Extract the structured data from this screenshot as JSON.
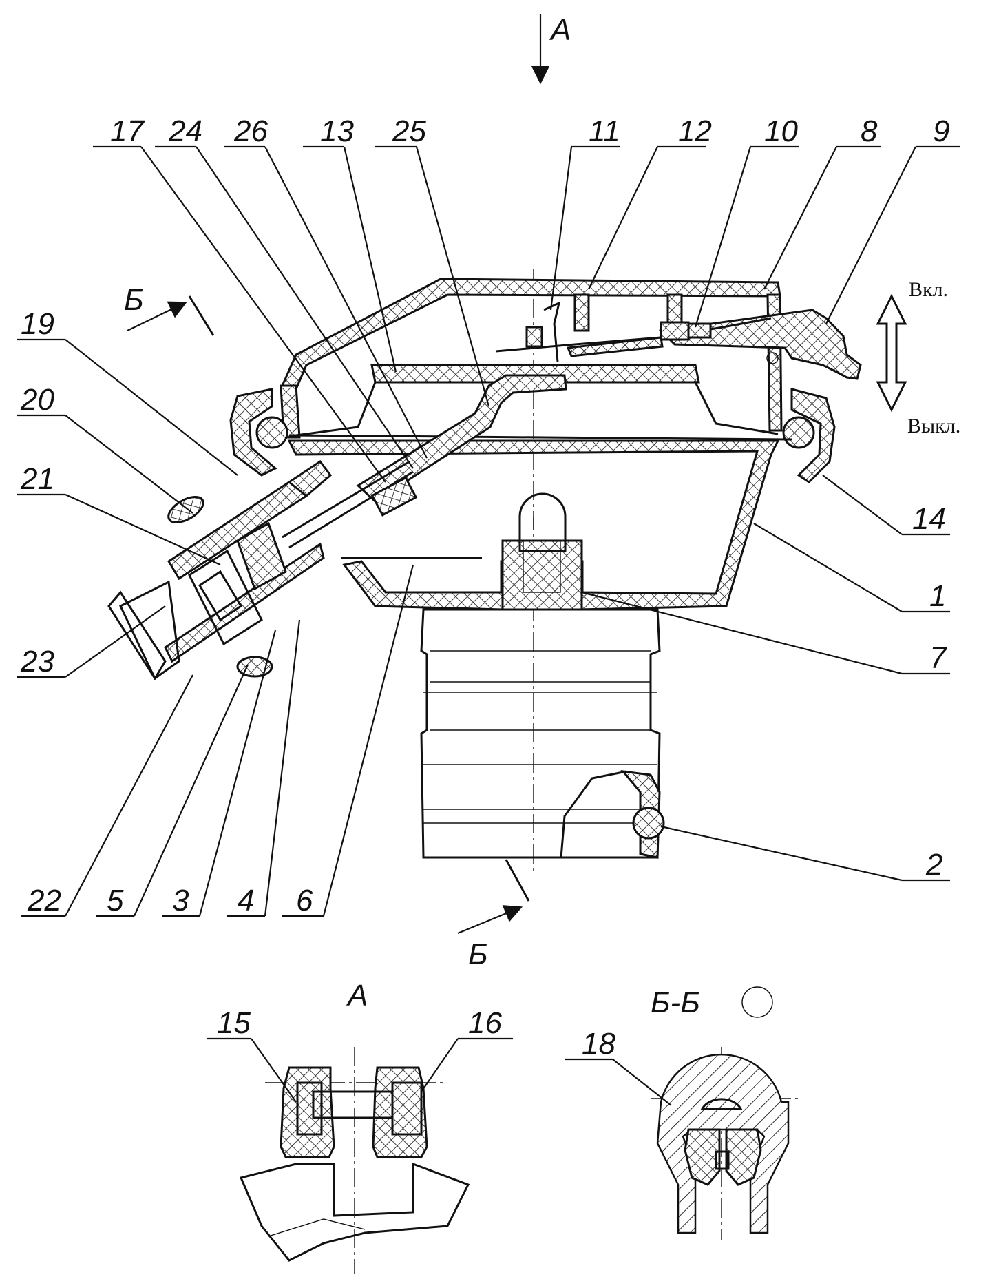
{
  "view_labels": {
    "view_a_top": "А",
    "section_b_left": "Б",
    "section_b_bottom": "Б",
    "view_a_detail": "А",
    "section_b_b": "Б-Б"
  },
  "switch_positions": {
    "on": "Вкл.",
    "off": "Выкл."
  },
  "callouts_top": [
    "17",
    "24",
    "26",
    "13",
    "25",
    "11",
    "12",
    "10",
    "8",
    "9"
  ],
  "callouts_left": [
    "19",
    "20",
    "21",
    "23"
  ],
  "callouts_right": [
    "14",
    "1",
    "7",
    "2"
  ],
  "callouts_bottom": [
    "22",
    "5",
    "3",
    "4",
    "6"
  ],
  "callouts_detail": [
    "15",
    "16",
    "18"
  ]
}
